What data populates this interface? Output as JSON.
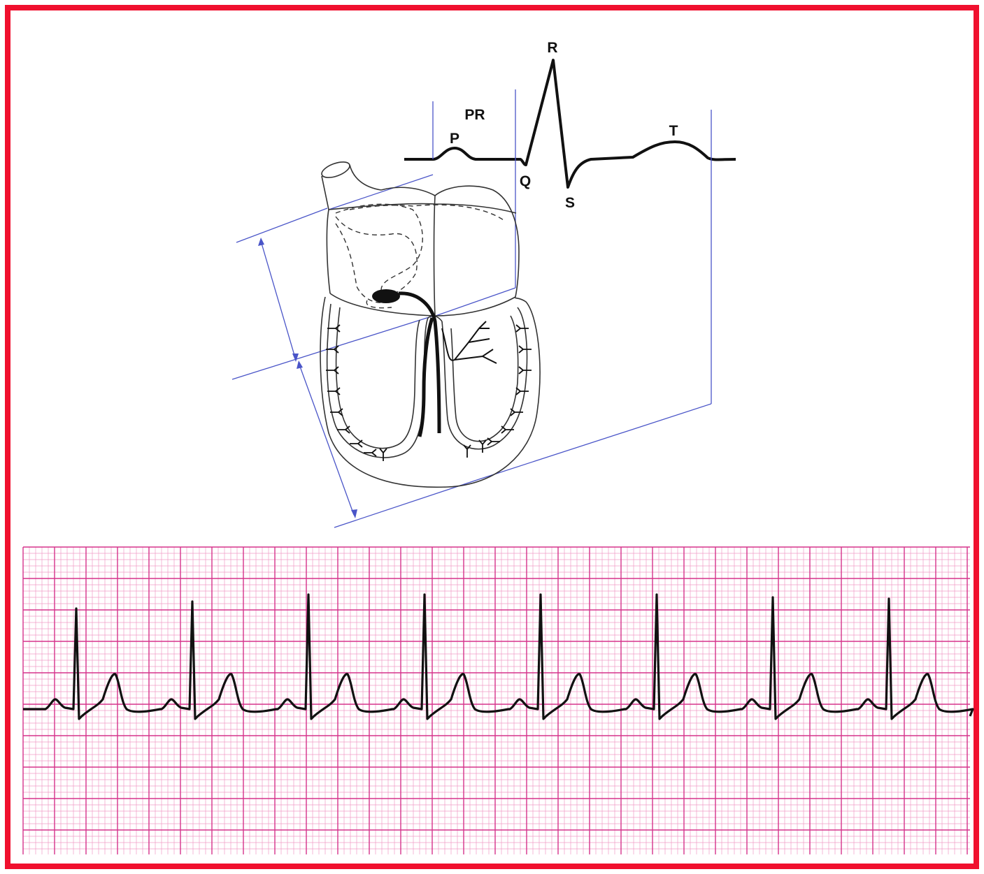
{
  "colors": {
    "border": "#f0102e",
    "ink": "#111111",
    "projection": "#4a55c8",
    "grid_minor": "#f19cc6",
    "grid_major": "#d6338b",
    "paper": "#ffffff"
  },
  "waveform_labels": {
    "p": "P",
    "pr": "PR",
    "q": "Q",
    "r": "R",
    "s": "S",
    "t": "T"
  },
  "rhythm_strip": {
    "beat_count": 8,
    "grid": true
  }
}
